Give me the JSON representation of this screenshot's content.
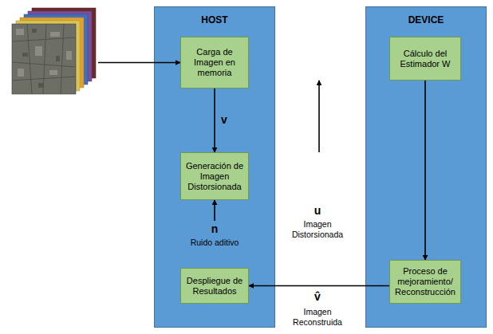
{
  "diagram": {
    "nodes": [
      {
        "text": [
          "HOST"
        ]
      },
      {
        "text": [
          "Carga de Imagen en memoria"
        ],
        "in": 0
      },
      {
        "text": [
          "Generación de Imagen Distorsionada"
        ],
        "in": 0
      },
      {
        "text": [
          "Despliegue de Resultados"
        ],
        "in": 0
      },
      {
        "text": [
          "DEVICE"
        ]
      },
      {
        "text": [
          "Cálculo del Estimador W"
        ],
        "in": 4
      },
      {
        "text": [
          "Proceso de mejoramiento/ Reconstrucción"
        ],
        "in": 4
      }
    ],
    "edges": [
      {
        "from": 1,
        "to": 2,
        "arrow": "to"
      },
      {
        "from": 2,
        "to": 5,
        "arrow": "to"
      },
      {
        "from": 5,
        "to": 6,
        "arrow": "to"
      },
      {
        "from": 6,
        "to": 3,
        "arrow": "to"
      }
    ],
    "labels": [
      "v",
      "n",
      "Ruido aditivo",
      "u",
      "Imagen Distorsionada",
      "v̂",
      "Imagen Reconstruida"
    ]
  }
}
